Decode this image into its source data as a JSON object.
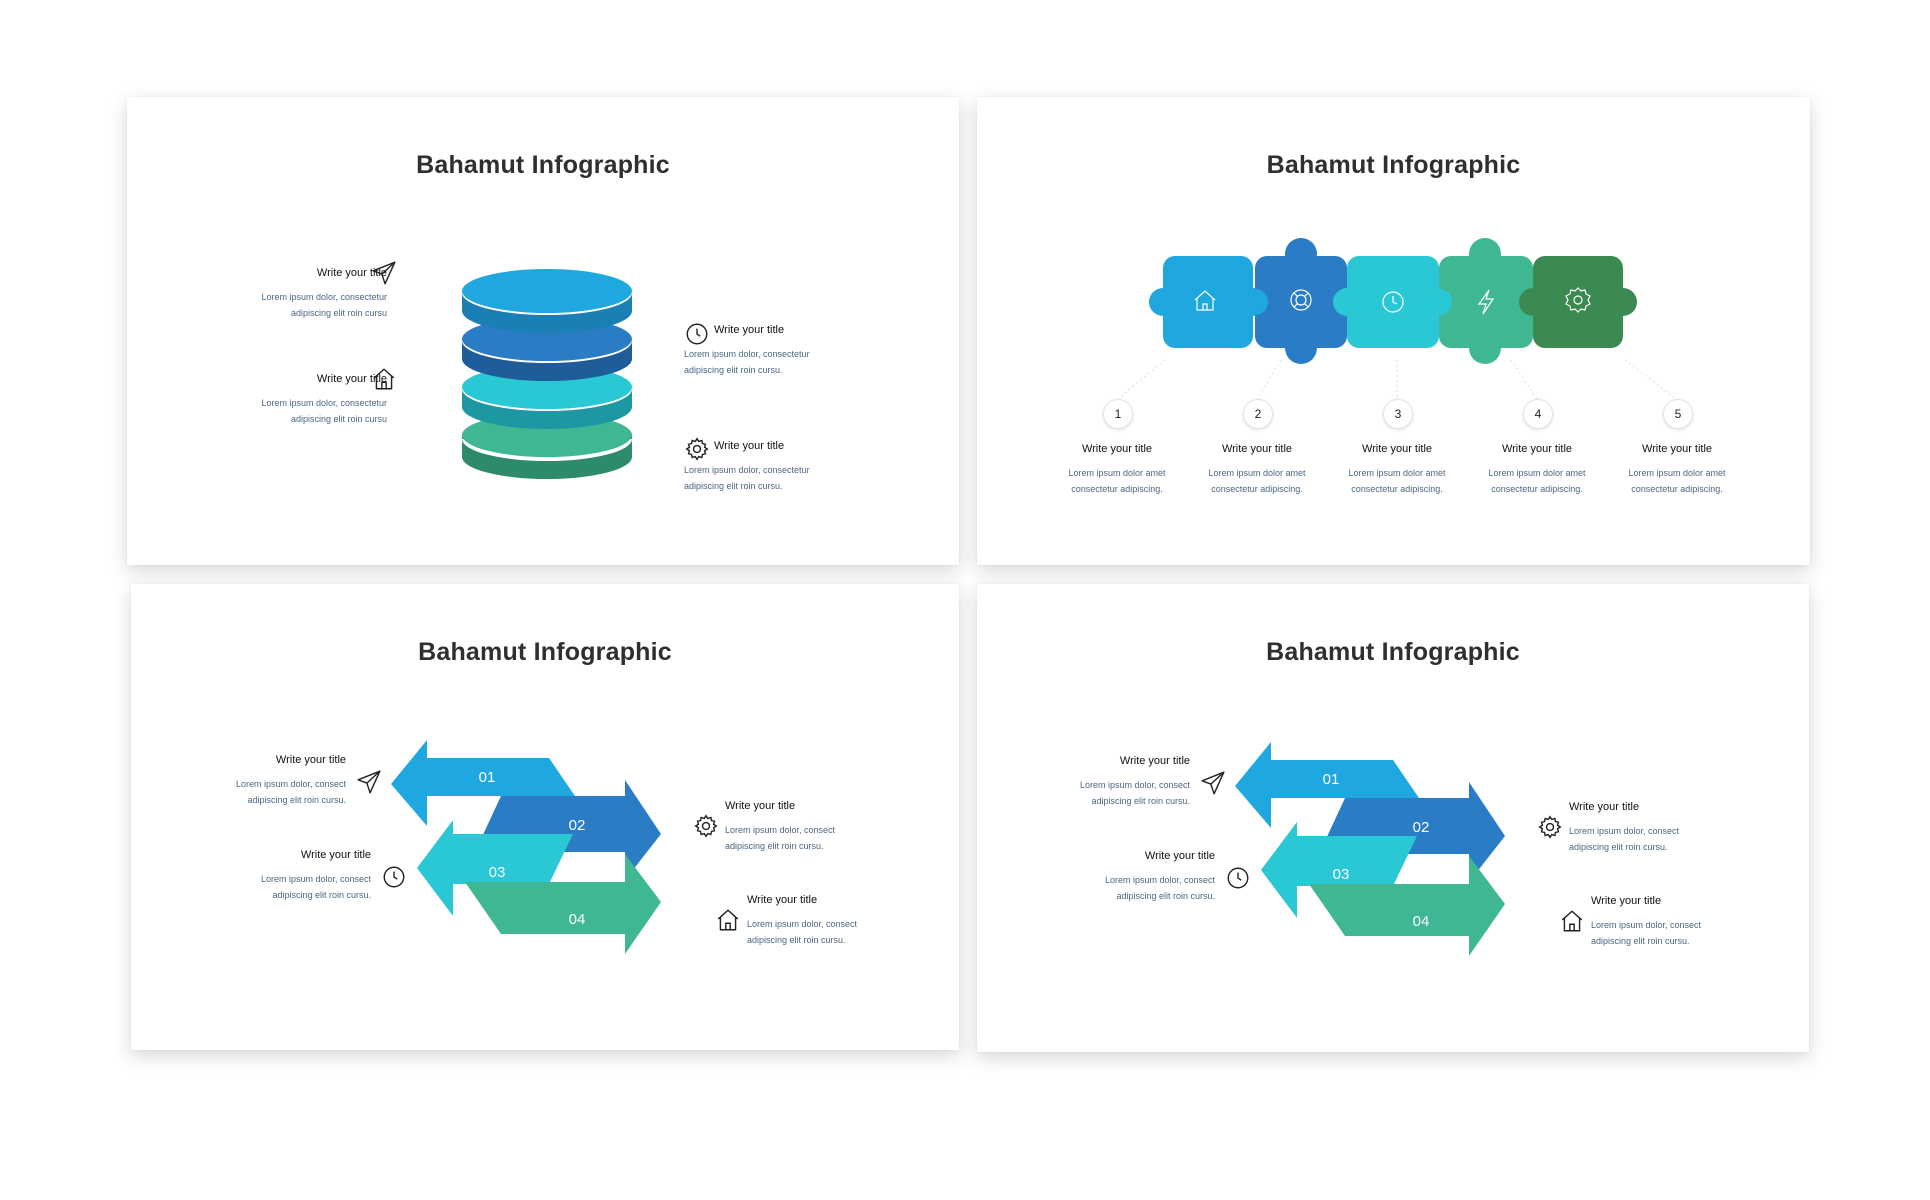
{
  "slides": [
    {
      "title": "Bahamut Infographic",
      "items": [
        {
          "title": "Write your title",
          "body": "Lorem ipsum dolor, consectetur\nadipiscing elit roin cursu",
          "icon": "paper-plane-icon"
        },
        {
          "title": "Write your title",
          "body": "Lorem ipsum dolor, consectetur\nadipiscing elit roin cursu",
          "icon": "home-icon"
        },
        {
          "title": "Write your title",
          "body": "Lorem ipsum dolor, consectetur\nadipiscing elit roin cursu.",
          "icon": "clock-icon"
        },
        {
          "title": "Write your title",
          "body": "Lorem ipsum dolor, consectetur\nadipiscing elit roin cursu.",
          "icon": "gear-icon"
        }
      ],
      "layer_colors": [
        "#1fa8e0",
        "#2a7dc4",
        "#29c8d4",
        "#40b793"
      ]
    },
    {
      "title": "Bahamut Infographic",
      "steps": [
        {
          "num": "1",
          "title": "Write your title",
          "body": "Lorem ipsum dolor amet\nconsectetur adipiscing.",
          "icon": "home-icon",
          "color": "#1fa8e0"
        },
        {
          "num": "2",
          "title": "Write your title",
          "body": "Lorem ipsum dolor amet\nconsectetur adipiscing.",
          "icon": "lifebuoy-icon",
          "color": "#2a7dc4"
        },
        {
          "num": "3",
          "title": "Write your title",
          "body": "Lorem ipsum dolor amet\nconsectetur adipiscing.",
          "icon": "clock-icon",
          "color": "#29c8d4"
        },
        {
          "num": "4",
          "title": "Write your title",
          "body": "Lorem ipsum dolor amet\nconsectetur adipiscing.",
          "icon": "lightning-icon",
          "color": "#40b793"
        },
        {
          "num": "5",
          "title": "Write your title",
          "body": "Lorem ipsum dolor amet\nconsectetur adipiscing.",
          "icon": "badge-icon",
          "color": "#3b8a52"
        }
      ]
    },
    {
      "title": "Bahamut Infographic",
      "arrows": [
        {
          "label": "01",
          "color": "#1fa8e0"
        },
        {
          "label": "02",
          "color": "#2a7dc4"
        },
        {
          "label": "03",
          "color": "#29c8d4"
        },
        {
          "label": "04",
          "color": "#40b793"
        }
      ],
      "items": [
        {
          "title": "Write your title",
          "body": "Lorem ipsum dolor, consect\nadipiscing elit roin cursu.",
          "icon": "paper-plane-icon"
        },
        {
          "title": "Write your title",
          "body": "Lorem ipsum dolor, consect\nadipiscing elit roin cursu.",
          "icon": "clock-icon"
        },
        {
          "title": "Write your title",
          "body": "Lorem ipsum dolor, consect\nadipiscing elit roin cursu.",
          "icon": "gear-icon"
        },
        {
          "title": "Write your title",
          "body": "Lorem ipsum dolor, consect\nadipiscing elit roin cursu.",
          "icon": "home-icon"
        }
      ]
    },
    {
      "title": "Bahamut Infographic",
      "arrows": [
        {
          "label": "01",
          "color": "#1fa8e0"
        },
        {
          "label": "02",
          "color": "#2a7dc4"
        },
        {
          "label": "03",
          "color": "#29c8d4"
        },
        {
          "label": "04",
          "color": "#40b793"
        }
      ],
      "items": [
        {
          "title": "Write your title",
          "body": "Lorem ipsum dolor, consect\nadipiscing elit roin cursu.",
          "icon": "paper-plane-icon"
        },
        {
          "title": "Write your title",
          "body": "Lorem ipsum dolor, consect\nadipiscing elit roin cursu.",
          "icon": "clock-icon"
        },
        {
          "title": "Write your title",
          "body": "Lorem ipsum dolor, consect\nadipiscing elit roin cursu.",
          "icon": "gear-icon"
        },
        {
          "title": "Write your title",
          "body": "Lorem ipsum dolor, consect\nadipiscing elit roin cursu.",
          "icon": "home-icon"
        }
      ]
    }
  ]
}
